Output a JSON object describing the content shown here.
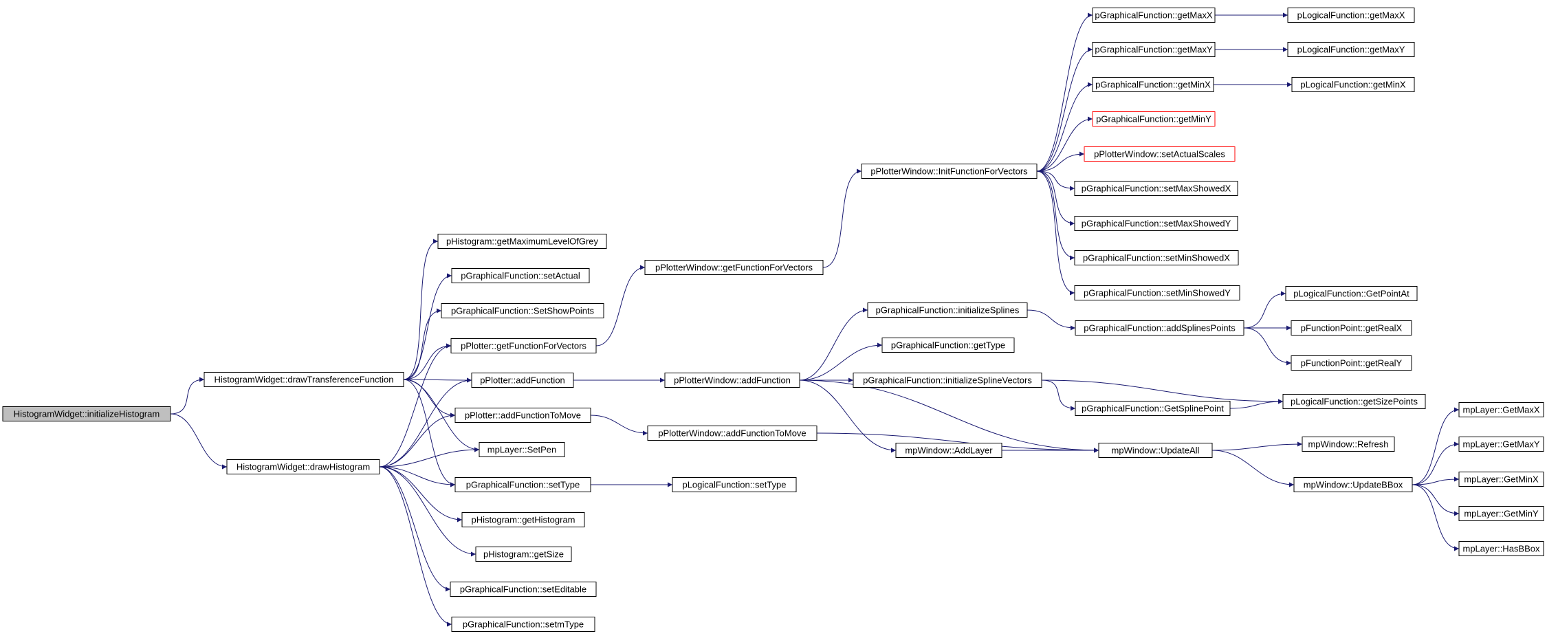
{
  "colors": {
    "edge": "#191970",
    "node_border": "#000000",
    "node_fill": "#ffffff",
    "root_fill": "#bfbfbf",
    "truncated_border": "#ff0000"
  },
  "nodes": [
    {
      "id": "n0",
      "label": "HistogramWidget::initializeHistogram",
      "style": "root"
    },
    {
      "id": "n1",
      "label": "HistogramWidget::drawTransferenceFunction",
      "style": "normal"
    },
    {
      "id": "n2",
      "label": "HistogramWidget::drawHistogram",
      "style": "normal"
    },
    {
      "id": "n3",
      "label": "pHistogram::getMaximumLevelOfGrey",
      "style": "normal"
    },
    {
      "id": "n4",
      "label": "pGraphicalFunction::setActual",
      "style": "normal"
    },
    {
      "id": "n5",
      "label": "pGraphicalFunction::SetShowPoints",
      "style": "normal"
    },
    {
      "id": "n6",
      "label": "pPlotter::getFunctionForVectors",
      "style": "normal"
    },
    {
      "id": "n7",
      "label": "pPlotter::addFunction",
      "style": "normal"
    },
    {
      "id": "n8",
      "label": "pPlotter::addFunctionToMove",
      "style": "normal"
    },
    {
      "id": "n9",
      "label": "mpLayer::SetPen",
      "style": "normal"
    },
    {
      "id": "n10",
      "label": "pGraphicalFunction::setType",
      "style": "normal"
    },
    {
      "id": "n11",
      "label": "pHistogram::getHistogram",
      "style": "normal"
    },
    {
      "id": "n12",
      "label": "pHistogram::getSize",
      "style": "normal"
    },
    {
      "id": "n13",
      "label": "pGraphicalFunction::setEditable",
      "style": "normal"
    },
    {
      "id": "n14",
      "label": "pGraphicalFunction::setmType",
      "style": "normal"
    },
    {
      "id": "n15",
      "label": "pPlotterWindow::getFunctionForVectors",
      "style": "normal"
    },
    {
      "id": "n16",
      "label": "pPlotterWindow::addFunction",
      "style": "normal"
    },
    {
      "id": "n17",
      "label": "pPlotterWindow::addFunctionToMove",
      "style": "normal"
    },
    {
      "id": "n18",
      "label": "pLogicalFunction::setType",
      "style": "normal"
    },
    {
      "id": "n19",
      "label": "pPlotterWindow::InitFunctionForVectors",
      "style": "normal"
    },
    {
      "id": "n20",
      "label": "pGraphicalFunction::initializeSplines",
      "style": "normal"
    },
    {
      "id": "n21",
      "label": "pGraphicalFunction::getType",
      "style": "normal"
    },
    {
      "id": "n22",
      "label": "pGraphicalFunction::initializeSplineVectors",
      "style": "normal"
    },
    {
      "id": "n23",
      "label": "mpWindow::AddLayer",
      "style": "normal"
    },
    {
      "id": "n24",
      "label": "pGraphicalFunction::getMaxX",
      "style": "normal"
    },
    {
      "id": "n25",
      "label": "pGraphicalFunction::getMaxY",
      "style": "normal"
    },
    {
      "id": "n26",
      "label": "pGraphicalFunction::getMinX",
      "style": "normal"
    },
    {
      "id": "n27",
      "label": "pGraphicalFunction::getMinY",
      "style": "truncated"
    },
    {
      "id": "n28",
      "label": "pPlotterWindow::setActualScales",
      "style": "truncated"
    },
    {
      "id": "n29",
      "label": "pGraphicalFunction::setMaxShowedX",
      "style": "normal"
    },
    {
      "id": "n30",
      "label": "pGraphicalFunction::setMaxShowedY",
      "style": "normal"
    },
    {
      "id": "n31",
      "label": "pGraphicalFunction::setMinShowedX",
      "style": "normal"
    },
    {
      "id": "n32",
      "label": "pGraphicalFunction::setMinShowedY",
      "style": "normal"
    },
    {
      "id": "n33",
      "label": "pGraphicalFunction::addSplinesPoints",
      "style": "normal"
    },
    {
      "id": "n34",
      "label": "pGraphicalFunction::GetSplinePoint",
      "style": "normal"
    },
    {
      "id": "n35",
      "label": "mpWindow::UpdateAll",
      "style": "normal"
    },
    {
      "id": "n36",
      "label": "pLogicalFunction::getMaxX",
      "style": "normal"
    },
    {
      "id": "n37",
      "label": "pLogicalFunction::getMaxY",
      "style": "normal"
    },
    {
      "id": "n38",
      "label": "pLogicalFunction::getMinX",
      "style": "normal"
    },
    {
      "id": "n39",
      "label": "pLogicalFunction::GetPointAt",
      "style": "normal"
    },
    {
      "id": "n40",
      "label": "pFunctionPoint::getRealX",
      "style": "normal"
    },
    {
      "id": "n41",
      "label": "pFunctionPoint::getRealY",
      "style": "normal"
    },
    {
      "id": "n42",
      "label": "pLogicalFunction::getSizePoints",
      "style": "normal"
    },
    {
      "id": "n43",
      "label": "mpWindow::Refresh",
      "style": "normal"
    },
    {
      "id": "n44",
      "label": "mpWindow::UpdateBBox",
      "style": "normal"
    },
    {
      "id": "n45",
      "label": "mpLayer::GetMaxX",
      "style": "normal"
    },
    {
      "id": "n46",
      "label": "mpLayer::GetMaxY",
      "style": "normal"
    },
    {
      "id": "n47",
      "label": "mpLayer::GetMinX",
      "style": "normal"
    },
    {
      "id": "n48",
      "label": "mpLayer::GetMinY",
      "style": "normal"
    },
    {
      "id": "n49",
      "label": "mpLayer::HasBBox",
      "style": "normal"
    }
  ],
  "edges": [
    [
      "n0",
      "n1"
    ],
    [
      "n0",
      "n2"
    ],
    [
      "n1",
      "n3"
    ],
    [
      "n1",
      "n4"
    ],
    [
      "n1",
      "n5"
    ],
    [
      "n1",
      "n6"
    ],
    [
      "n1",
      "n7"
    ],
    [
      "n1",
      "n8"
    ],
    [
      "n1",
      "n9"
    ],
    [
      "n1",
      "n10"
    ],
    [
      "n2",
      "n6"
    ],
    [
      "n2",
      "n7"
    ],
    [
      "n2",
      "n8"
    ],
    [
      "n2",
      "n9"
    ],
    [
      "n2",
      "n10"
    ],
    [
      "n2",
      "n11"
    ],
    [
      "n2",
      "n12"
    ],
    [
      "n2",
      "n13"
    ],
    [
      "n2",
      "n14"
    ],
    [
      "n6",
      "n15"
    ],
    [
      "n7",
      "n16"
    ],
    [
      "n8",
      "n17"
    ],
    [
      "n10",
      "n18"
    ],
    [
      "n15",
      "n19"
    ],
    [
      "n16",
      "n20"
    ],
    [
      "n16",
      "n21"
    ],
    [
      "n16",
      "n22"
    ],
    [
      "n16",
      "n23"
    ],
    [
      "n16",
      "n35"
    ],
    [
      "n17",
      "n35"
    ],
    [
      "n19",
      "n24"
    ],
    [
      "n19",
      "n25"
    ],
    [
      "n19",
      "n26"
    ],
    [
      "n19",
      "n27"
    ],
    [
      "n19",
      "n28"
    ],
    [
      "n19",
      "n29"
    ],
    [
      "n19",
      "n30"
    ],
    [
      "n19",
      "n31"
    ],
    [
      "n19",
      "n32"
    ],
    [
      "n20",
      "n33"
    ],
    [
      "n22",
      "n34"
    ],
    [
      "n22",
      "n42"
    ],
    [
      "n23",
      "n35"
    ],
    [
      "n24",
      "n36"
    ],
    [
      "n25",
      "n37"
    ],
    [
      "n26",
      "n38"
    ],
    [
      "n33",
      "n39"
    ],
    [
      "n33",
      "n40"
    ],
    [
      "n33",
      "n41"
    ],
    [
      "n34",
      "n42"
    ],
    [
      "n35",
      "n43"
    ],
    [
      "n35",
      "n44"
    ],
    [
      "n44",
      "n45"
    ],
    [
      "n44",
      "n46"
    ],
    [
      "n44",
      "n47"
    ],
    [
      "n44",
      "n48"
    ],
    [
      "n44",
      "n49"
    ]
  ]
}
